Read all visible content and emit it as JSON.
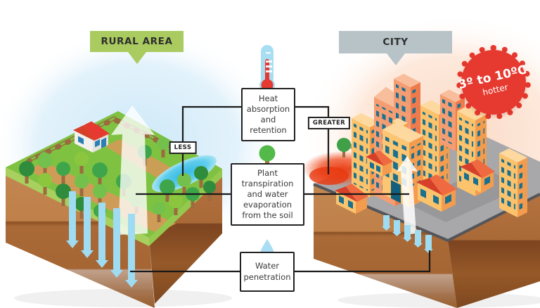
{
  "diagram": {
    "title": "Urban heat island comparison diagram",
    "labels": {
      "rural": "RURAL AREA",
      "city": "CITY"
    },
    "badge": {
      "line1": "3º to 10ºC",
      "line2": "hotter"
    },
    "nodes": {
      "heat": "Heat absorption and retention",
      "plant": "Plant transpiration and water evaporation from the soil",
      "water": "Water penetration"
    },
    "tags": {
      "rural_side": "LESS",
      "city_side": "GREATER"
    },
    "icons": [
      "thermometer-icon",
      "tree-icon",
      "water-drop-icon",
      "up-arrow",
      "down-arrows"
    ],
    "colors": {
      "rural_label_bg": "#a9cb5f",
      "city_label_bg": "#b7c3c7",
      "badge_red": "#e6392f",
      "grass_green": "#7fc241",
      "soil_brown": "#c08049",
      "water_blue": "#9fdcf2",
      "pond_blue": "#4cc7ea",
      "heat_orange": "#ef4123",
      "platform_gray": "#a8a8aa",
      "building_yellow": "#fcc36d",
      "building_salmon": "#f59d72",
      "window_teal": "#1a708f",
      "line_black": "#1a1a1a"
    }
  }
}
